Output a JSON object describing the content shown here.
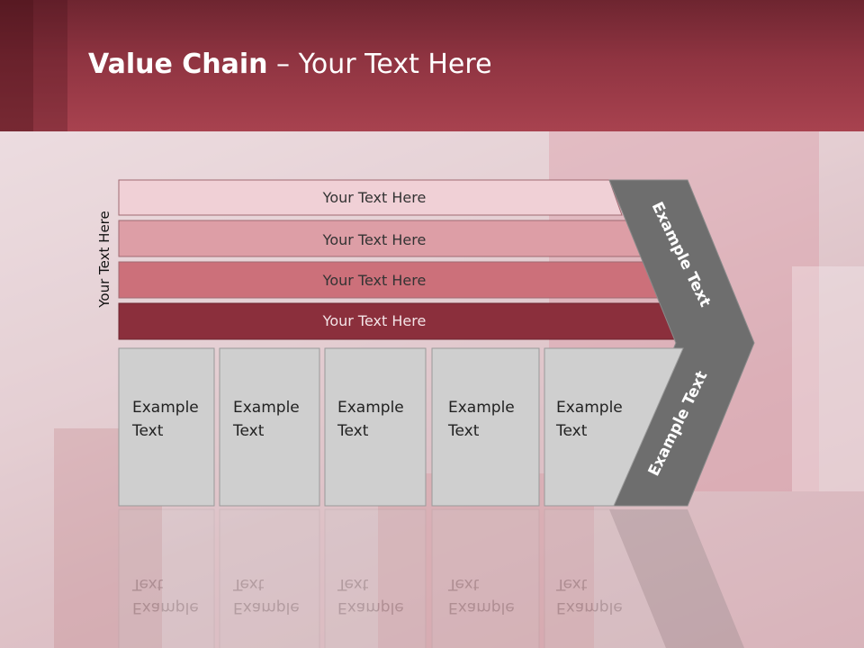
{
  "slide": {
    "title_bold": "Value Chain",
    "title_rest": " – Your Text Here",
    "side_label": "Your Text Here"
  },
  "bars": [
    {
      "label": "Your Text Here",
      "color": "#f0d0d6"
    },
    {
      "label": "Your Text Here",
      "color": "#dd9ea6"
    },
    {
      "label": "Your Text Here",
      "color": "#cc707a"
    },
    {
      "label": "Your Text Here",
      "color": "#8b2f3c"
    }
  ],
  "boxes": [
    {
      "line1": "Example",
      "line2": "Text"
    },
    {
      "line1": "Example",
      "line2": "Text"
    },
    {
      "line1": "Example",
      "line2": "Text"
    },
    {
      "line1": "Example",
      "line2": "Text"
    },
    {
      "line1": "Example",
      "line2": "Text"
    }
  ],
  "arrow": {
    "upper_label": "Example Text",
    "lower_label": "Example Text",
    "color": "#6e6e6e"
  },
  "colors": {
    "header": "#8f3441",
    "box_fill": "#cfcfcf",
    "box_border": "#9a9a9a"
  }
}
